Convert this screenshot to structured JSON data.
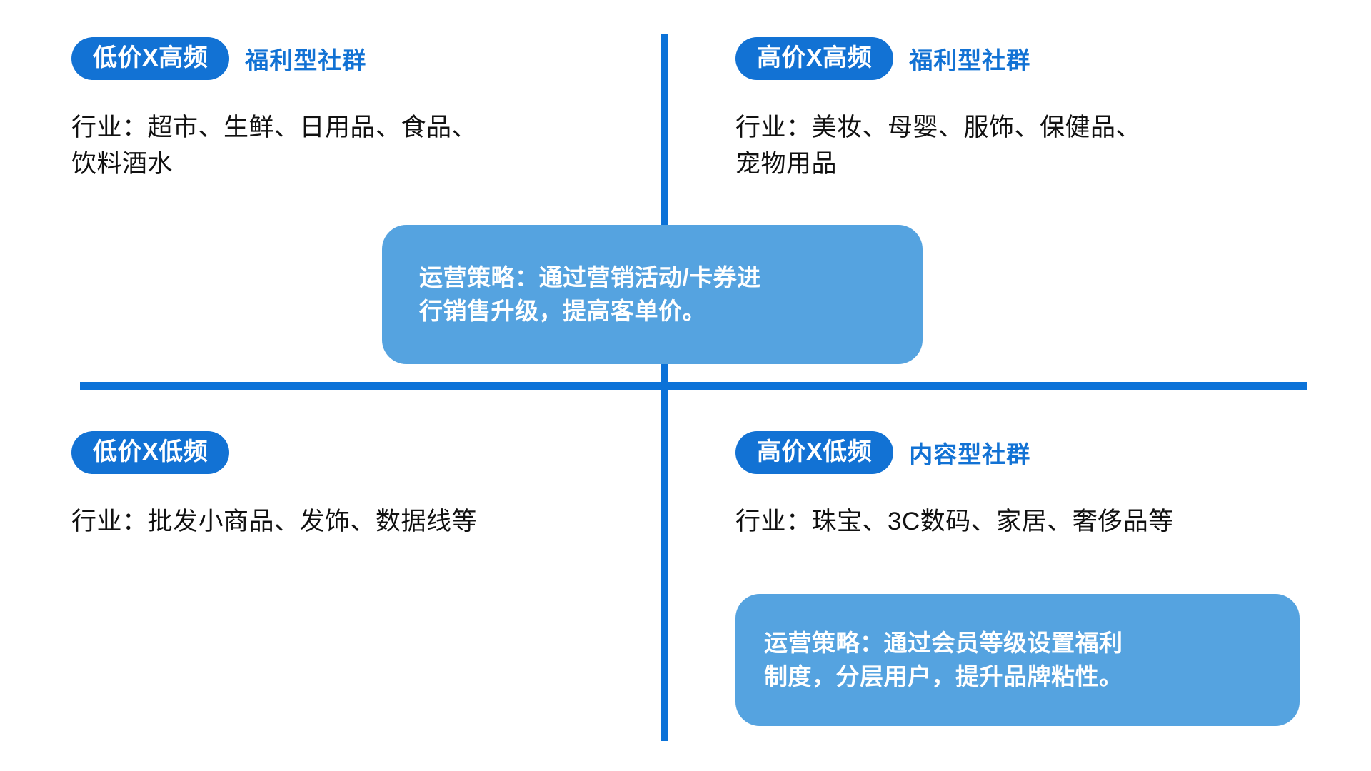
{
  "theme": {
    "pill_bg": "#1272d4",
    "pill_text": "#ffffff",
    "subtitle_color": "#1272d4",
    "divider_color": "#0b72d8",
    "callout_bg": "#55a3e0",
    "callout_text": "#ffffff",
    "body_text_color": "#111111",
    "page_bg": "#ffffff"
  },
  "quadrants": {
    "top_left": {
      "pill_label": "低价X高频",
      "subtitle": "福利型社群",
      "body_lines": [
        "行业：超市、生鲜、日用品、食品、",
        "饮料酒水"
      ]
    },
    "top_right": {
      "pill_label": "高价X高频",
      "subtitle": "福利型社群",
      "body_lines": [
        "行业：美妆、母婴、服饰、保健品、",
        "宠物用品"
      ]
    },
    "bottom_left": {
      "pill_label": "低价X低频",
      "subtitle": "",
      "body_lines": [
        "行业：批发小商品、发饰、数据线等"
      ]
    },
    "bottom_right": {
      "pill_label": "高价X低频",
      "subtitle": "内容型社群",
      "body_lines": [
        "行业：珠宝、3C数码、家居、奢侈品等"
      ]
    }
  },
  "callouts": {
    "upper": {
      "lines": [
        "运营策略：通过营销活动/卡券进",
        "行销售升级，提高客单价。"
      ]
    },
    "lower": {
      "lines": [
        "运营策略：通过会员等级设置福利",
        "制度，分层用户，提升品牌粘性。"
      ]
    }
  }
}
